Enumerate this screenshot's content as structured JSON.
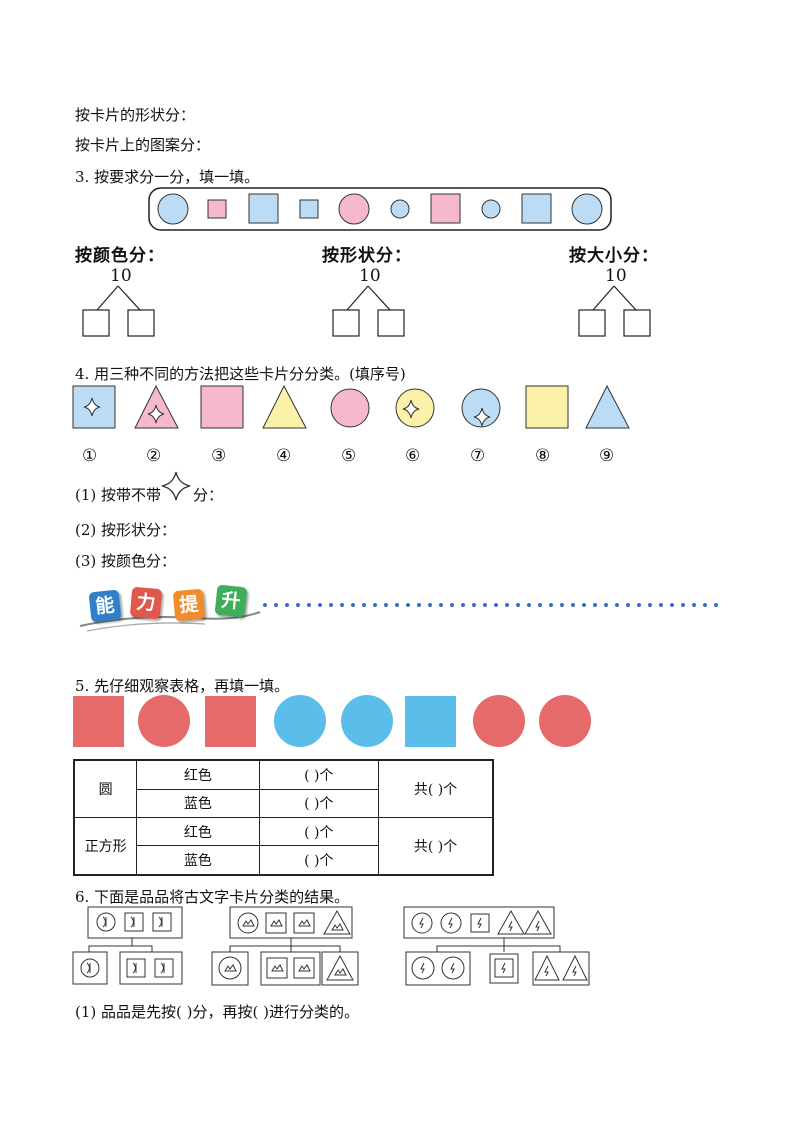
{
  "intro": {
    "by_shape": "按卡片的形状分：",
    "by_pattern": "按卡片上的图案分："
  },
  "q3": {
    "title": "3. 按要求分一分，填一填。",
    "groups": [
      {
        "label": "按颜色分：",
        "total": "10"
      },
      {
        "label": "按形状分：",
        "total": "10"
      },
      {
        "label": "按大小分：",
        "total": "10"
      }
    ]
  },
  "q4": {
    "title": "4. 用三种不同的方法把这些卡片分分类。(填序号)",
    "numbers": [
      "①",
      "②",
      "③",
      "④",
      "⑤",
      "⑥",
      "⑦",
      "⑧",
      "⑨"
    ],
    "sub1_pre": "(1) 按带不带",
    "sub1_post": "分：",
    "sub2": "(2) 按形状分：",
    "sub3": "(3) 按颜色分："
  },
  "banner": {
    "chars": [
      "能",
      "力",
      "提",
      "升"
    ],
    "colors": [
      "#2f7fc9",
      "#e2574c",
      "#f08c2c",
      "#3fae5a"
    ]
  },
  "q5": {
    "title": "5. 先仔细观察表格，再填一填。",
    "table": {
      "circle": "圆",
      "square": "正方形",
      "red": "红色",
      "blue": "蓝色",
      "count_blank": "(          )个",
      "total_blank": "共(          )个"
    }
  },
  "q6": {
    "title": "6. 下面是品品将古文字卡片分类的结果。",
    "sub1": "(1) 品品是先按(          )分，再按(          )进行分类的。"
  },
  "colors": {
    "light_blue": "#bcdcf5",
    "pink": "#f6b8cf",
    "yellow": "#fbf1a8",
    "red": "#e66a6a",
    "sky": "#5bbdea"
  }
}
